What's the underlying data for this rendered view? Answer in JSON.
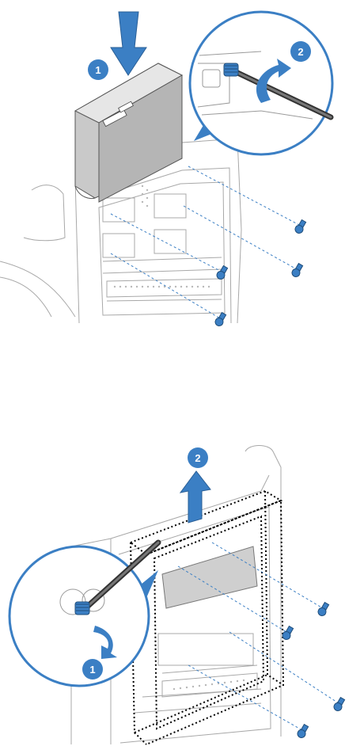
{
  "diagram_top": {
    "callouts": [
      {
        "id": "step-1",
        "label": "1"
      },
      {
        "id": "step-2",
        "label": "2"
      }
    ]
  },
  "diagram_bottom": {
    "callouts": [
      {
        "id": "step-1",
        "label": "1"
      },
      {
        "id": "step-2",
        "label": "2"
      }
    ]
  },
  "colors": {
    "accent": "#3b7fc4",
    "accent_dark": "#2a5f96",
    "line": "#9a9a9a",
    "drive_fill": "#cfcfcf",
    "dashed": "#3b7fc4"
  }
}
